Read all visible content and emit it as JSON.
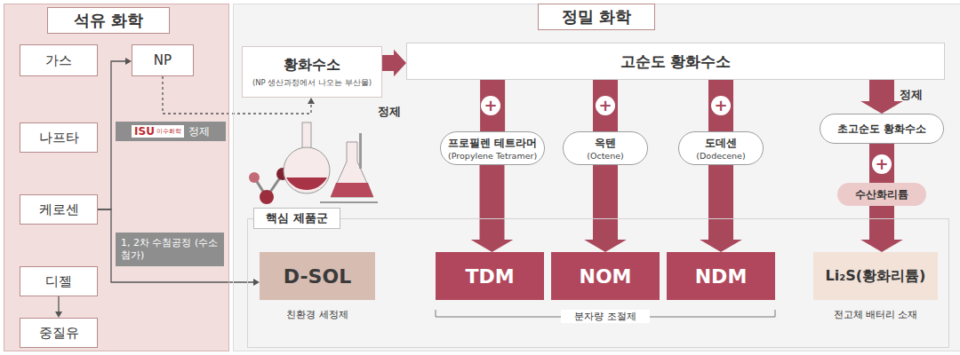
{
  "diagram": {
    "nodes": [
      {
        "text": [
          "석유 화학"
        ]
      },
      {
        "text": [
          "가스"
        ],
        "in": 0
      },
      {
        "text": [
          "NP"
        ],
        "in": 0
      },
      {
        "text": [
          "나프타"
        ],
        "in": 0
      },
      {
        "text": [
          "케로센"
        ],
        "in": 0
      },
      {
        "text": [
          "디젤"
        ],
        "in": 0
      },
      {
        "text": [
          "중질유"
        ],
        "in": 0
      },
      {
        "text": [
          "정밀 화학"
        ]
      },
      {
        "text": [
          "황화수소",
          "(NP 생산과정에서 나오는 부산물)"
        ],
        "in": 7
      },
      {
        "text": [
          "고순도 황화수소"
        ],
        "in": 7
      },
      {
        "text": [
          "프로필렌 테트라머",
          "(Propylene Tetramer)"
        ],
        "in": 7
      },
      {
        "text": [
          "옥텐",
          "(Octene)"
        ],
        "in": 7
      },
      {
        "text": [
          "도데센",
          "(Dodecene)"
        ],
        "in": 7
      },
      {
        "text": [
          "초고순도 황화수소"
        ],
        "in": 7
      },
      {
        "text": [
          "수산화리튬"
        ],
        "in": 7
      },
      {
        "text": [
          "핵심 제품군"
        ],
        "in": 7
      },
      {
        "text": [
          "D-SOL",
          "친환경 세정제"
        ],
        "in": 15
      },
      {
        "text": [
          "TDM"
        ],
        "in": 15
      },
      {
        "text": [
          "NOM"
        ],
        "in": 15
      },
      {
        "text": [
          "NDM"
        ],
        "in": 15
      },
      {
        "text": [
          "Li₂S(황화리튬)",
          "전고체 배터리 소재"
        ],
        "in": 15
      }
    ],
    "edges": [
      {
        "from": 4,
        "to": 2,
        "arrow": "to"
      },
      {
        "from": 5,
        "to": 6,
        "arrow": "to"
      },
      {
        "from": 2,
        "to": 8,
        "arrow": "to"
      },
      {
        "from": 4,
        "to": 16,
        "arrow": "to"
      },
      {
        "from": 8,
        "to": 9,
        "arrow": "to"
      },
      {
        "from": 9,
        "to": 10,
        "arrow": "none"
      },
      {
        "from": 9,
        "to": 11,
        "arrow": "none"
      },
      {
        "from": 9,
        "to": 12,
        "arrow": "none"
      },
      {
        "from": 10,
        "to": 17,
        "arrow": "to"
      },
      {
        "from": 11,
        "to": 18,
        "arrow": "to"
      },
      {
        "from": 12,
        "to": 19,
        "arrow": "to"
      },
      {
        "from": 9,
        "to": 13,
        "arrow": "to"
      },
      {
        "from": 13,
        "to": 14,
        "arrow": "none"
      },
      {
        "from": 14,
        "to": 20,
        "arrow": "to"
      }
    ],
    "labels": [
      "ISU",
      "이수화학",
      "정제",
      "1, 2차 수첨공정 (수소 첨가)",
      "정제",
      "+",
      "+",
      "+",
      "정제",
      "+",
      "분자량 조절제"
    ]
  }
}
